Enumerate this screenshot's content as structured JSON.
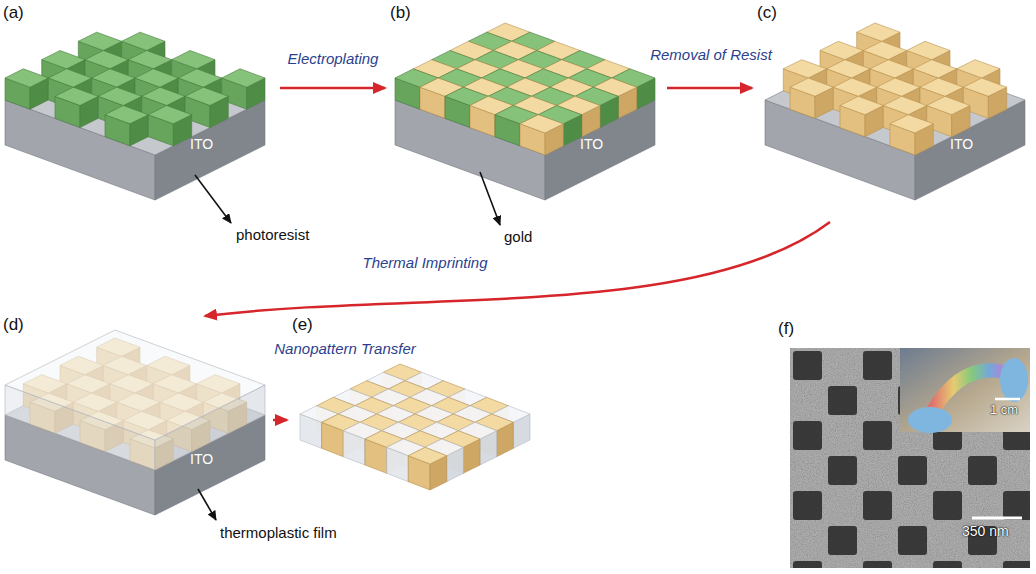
{
  "diagram": {
    "nodes": [
      {
        "text": [
          "(a)"
        ]
      },
      {
        "text": [
          "(b)"
        ]
      },
      {
        "text": [
          "(c)"
        ]
      },
      {
        "text": [
          "(d)"
        ]
      },
      {
        "text": [
          "(e)"
        ]
      },
      {
        "text": [
          "(f)"
        ]
      }
    ],
    "edges": [
      {
        "from": 0,
        "to": 1,
        "arrow": "to",
        "label": "Electroplating"
      },
      {
        "from": 1,
        "to": 2,
        "arrow": "to",
        "label": "Removal of Resist"
      },
      {
        "from": 2,
        "to": 3,
        "arrow": "to",
        "label": "Thermal Imprinting"
      },
      {
        "from": 3,
        "to": 4,
        "arrow": "to",
        "label": "Nanopattern Transfer"
      }
    ],
    "labels": [
      "ITO",
      "photoresist",
      "ITO",
      "gold",
      "ITO",
      "ITO",
      "thermoplastic film",
      "1 cm",
      "350 nm"
    ]
  }
}
